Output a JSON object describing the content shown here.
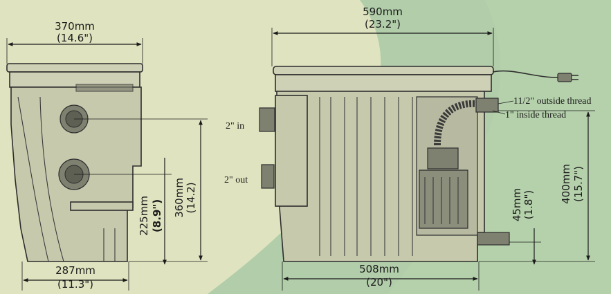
{
  "colors": {
    "background_left": "#dfe3bf",
    "background_right": "#a9c9a4",
    "outline": "#2d2d2d",
    "text": "#1b1b1b"
  },
  "side_view": {
    "top_width_mm": "370mm",
    "top_width_in": "(14.6\")",
    "bottom_width_mm": "287mm",
    "bottom_width_in": "(11.3\")",
    "inlet_height_mm": "225mm",
    "inlet_height_in": "(8.9\")",
    "height_mm": "360mm",
    "height_in": "(14.2)"
  },
  "front_view": {
    "top_width_mm": "590mm",
    "top_width_in": "(23.2\")",
    "bottom_width_mm": "508mm",
    "bottom_width_in": "(20\")",
    "inlet_label": "2\" in",
    "outlet_label": "2\" out",
    "outside_thread_label": "11/2\" outside thread",
    "inside_thread_label": "1\" inside thread",
    "base_outlet_height_mm": "45mm",
    "base_outlet_height_in": "(1.8\")",
    "thread_height_mm": "400mm",
    "thread_height_in": "(15.7\")"
  }
}
